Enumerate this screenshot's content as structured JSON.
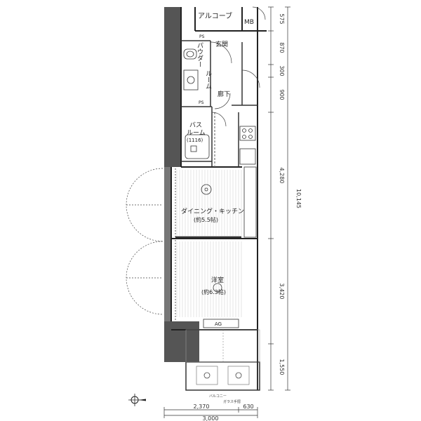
{
  "rooms": {
    "alcove": "アルコーブ",
    "mb": "MB",
    "ps_top": "PS",
    "ps_mid": "PS",
    "genkan": "玄関",
    "powder_room": [
      "パウダー",
      "ルーム"
    ],
    "corridor": "廊下",
    "bath": [
      "バス",
      "ルーム",
      "(1116)"
    ],
    "dining_kitchen": "ダイニング・キッチン",
    "dk_size": "(約5.5帖)",
    "western_room": "洋室",
    "western_size": "(約6.3帖)",
    "ag": "AG",
    "balcony": "バルコニー",
    "glass_handrail": "ガラス手摺"
  },
  "dimensions": {
    "right": [
      "575",
      "870",
      "300",
      "900",
      "4,280",
      "3,420",
      "1,550"
    ],
    "right_total": "10,145",
    "bottom_left": "2,370",
    "bottom_right": "630",
    "bottom_total": "3,000"
  }
}
